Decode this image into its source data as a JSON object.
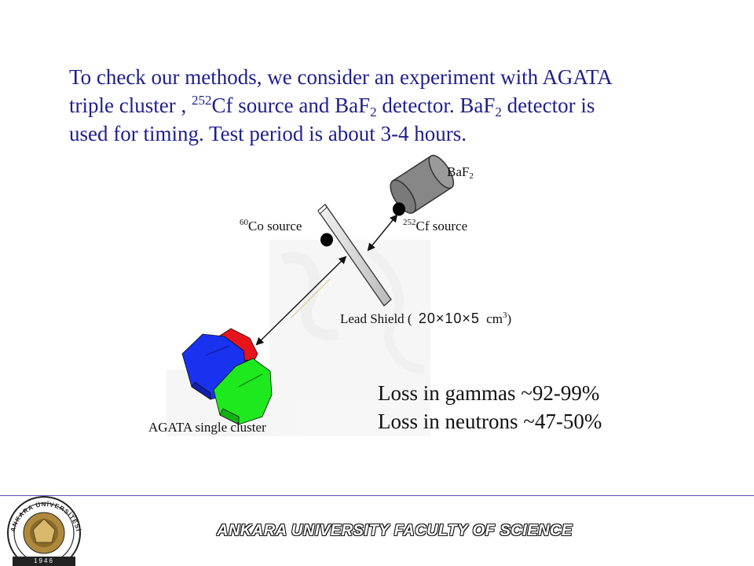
{
  "intro": {
    "line1": "To check our methods,  we consider an experiment with AGATA",
    "line2_a": "triple cluster , ",
    "line2_sup": "252",
    "line2_b": "Cf source and BaF",
    "line2_sub": "2",
    "line2_c": " detector. BaF",
    "line2_sub2": "2",
    "line2_d": " detector is",
    "line3": "used for timing. Test period is about 3-4 hours."
  },
  "diagram": {
    "baf2_label": "BaF",
    "baf2_sub": "2",
    "co_sup": "60",
    "co_label": "Co source",
    "cf_sup": "252",
    "cf_label": "Cf source",
    "lead_label": "Lead Shield ( ",
    "lead_dims": "20×10×5",
    "lead_unit": " cm",
    "lead_unit_sup": "3",
    "lead_close": ")",
    "agata_label": "AGATA single cluster",
    "colors": {
      "red": "#e8141c",
      "blue": "#1832f0",
      "green": "#1ee81e",
      "detector_gray": "#858585",
      "shield": "#dcdcdc"
    }
  },
  "loss": {
    "gammas": "Loss in gammas ~92-99%",
    "neutrons": "Loss in neutrons ~47-50%"
  },
  "footer": {
    "institution": "ANKARA UNIVERSITY FACULTY OF SCIENCE",
    "seal_text": "ANKARA ÜNİVERSİTESİ",
    "seal_year": "1946",
    "rule_color": "#5a4ab0"
  }
}
